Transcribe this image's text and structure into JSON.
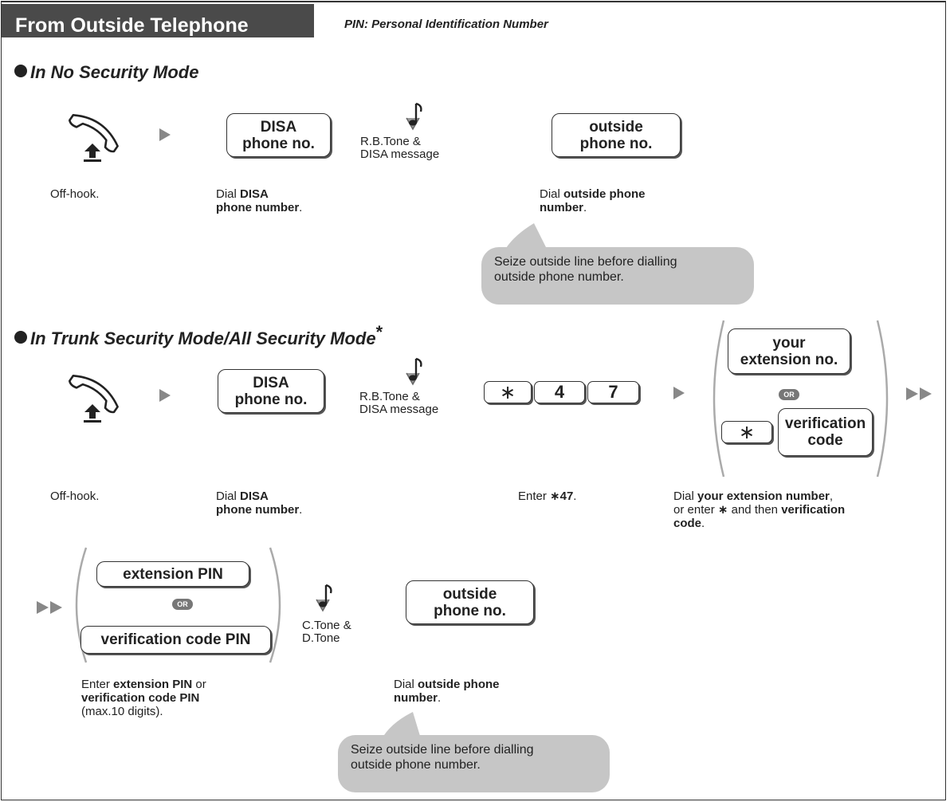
{
  "header": {
    "title": "From Outside Telephone",
    "pin_note": "PIN: Personal Identification Number"
  },
  "section1": {
    "title": "In No Security Mode",
    "disa_key": "DISA\nphone no.",
    "tone_label": "R.B.Tone &\nDISA message",
    "outside_key": "outside\nphone no.",
    "desc_offhook": "Off-hook.",
    "desc_dial_pre": "Dial ",
    "desc_dial_disa_bold": "DISA\nphone number",
    "desc_dial_post": ".",
    "desc_outside_pre": "Dial ",
    "desc_outside_bold": "outside phone\nnumber",
    "desc_outside_post": ".",
    "bubble": "Seize outside line before dialling\noutside phone number."
  },
  "section2": {
    "title": "In Trunk Security Mode/All Security Mode",
    "title_star": "*",
    "disa_key": "DISA\nphone no.",
    "tone_label": "R.B.Tone &\nDISA message",
    "digit_star": "∗",
    "digit_4": "4",
    "digit_7": "7",
    "ext_key": "your\nextension no.",
    "or_label": "OR",
    "verif_star": "∗",
    "verif_key": "verification\ncode",
    "desc_offhook": "Off-hook.",
    "desc_dial_pre": "Dial ",
    "desc_dial_disa_bold": "DISA\nphone number",
    "desc_dial_post": ".",
    "desc_enter_pre": "Enter ",
    "desc_enter_bold": "∗47",
    "desc_enter_post": ".",
    "desc_ext_1": "Dial ",
    "desc_ext_2": "your extension number",
    "desc_ext_3": ",\nor enter ",
    "desc_ext_4": "∗",
    "desc_ext_5": " and then ",
    "desc_ext_6": "verification\ncode",
    "desc_ext_7": "."
  },
  "section3": {
    "ext_pin_key": "extension PIN",
    "or_label": "OR",
    "verif_pin_key": "verification code PIN",
    "tone_label": "C.Tone &\nD.Tone",
    "outside_key": "outside\nphone no.",
    "desc_pin_1": "Enter ",
    "desc_pin_2": "extension PIN",
    "desc_pin_3": " or\n",
    "desc_pin_4": "verification code PIN",
    "desc_pin_5": "\n(max.10 digits).",
    "desc_outside_pre": "Dial ",
    "desc_outside_bold": "outside phone\nnumber",
    "desc_outside_post": ".",
    "bubble": "Seize outside line before dialling\noutside phone number."
  }
}
